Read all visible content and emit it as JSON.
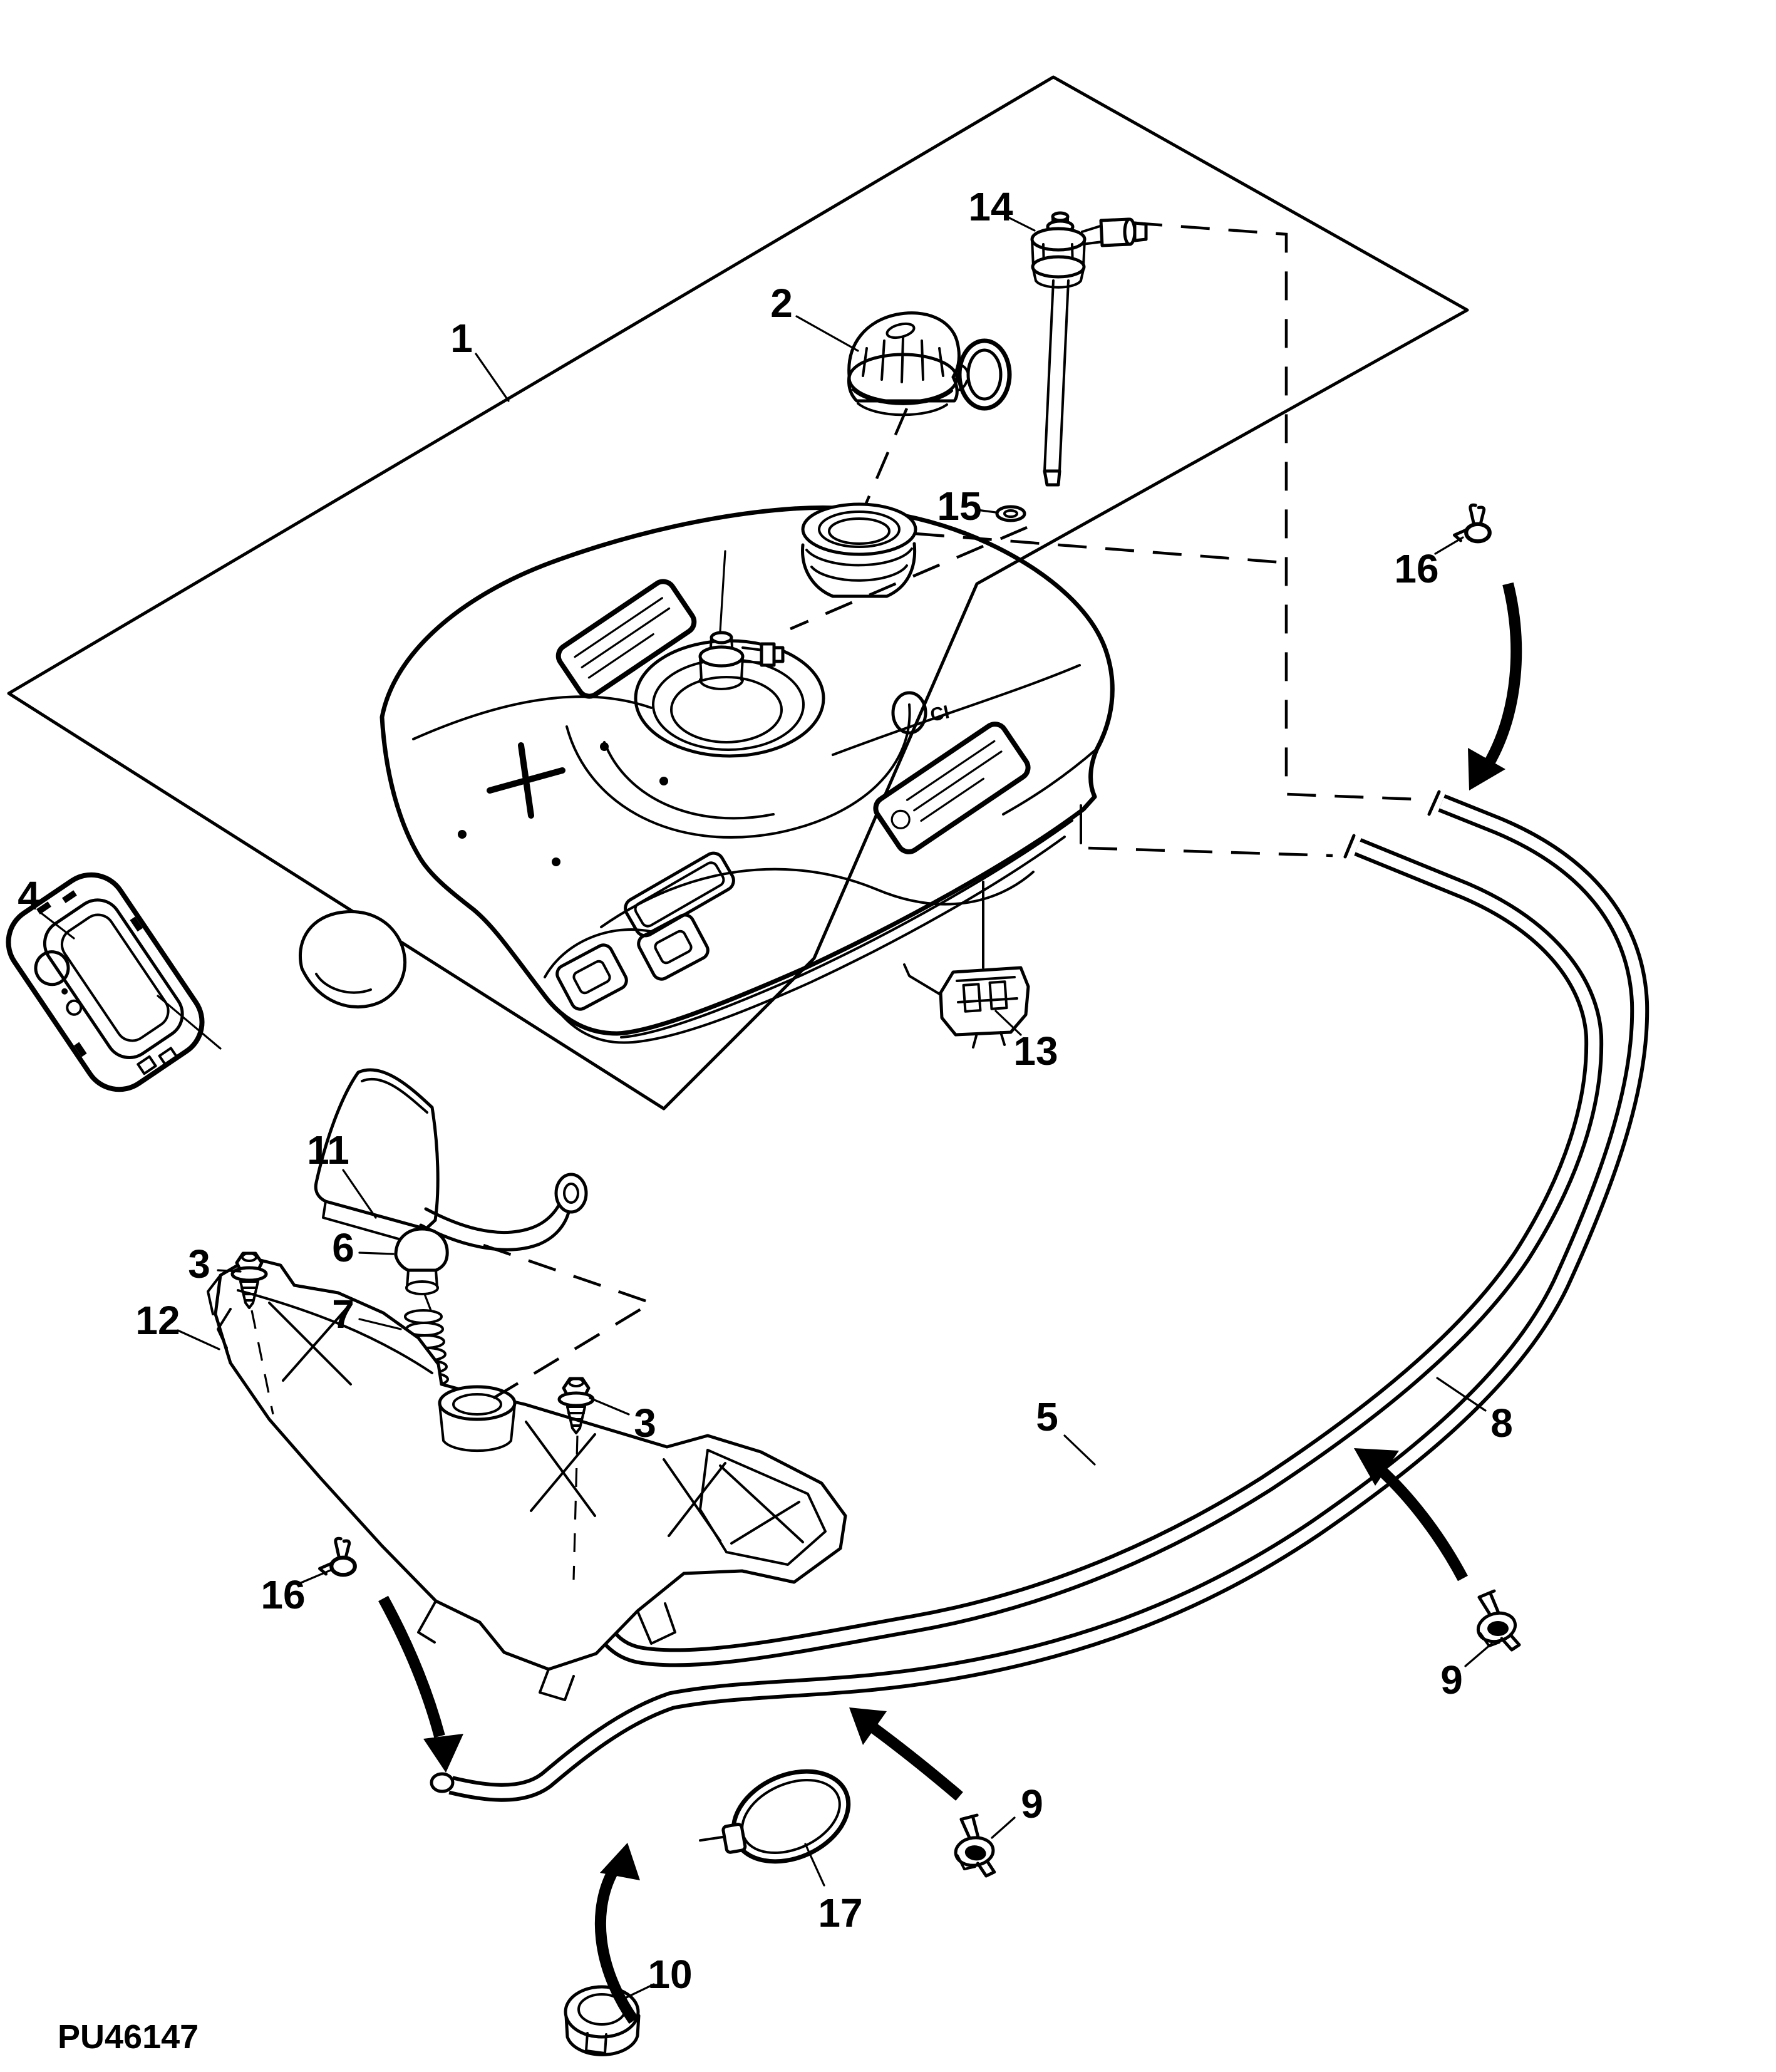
{
  "figure": {
    "code": "PU46147",
    "ink_color": "#000000",
    "paper_color": "#ffffff",
    "tank_emblem": "CI"
  },
  "callouts": [
    {
      "id": "1",
      "label": "1"
    },
    {
      "id": "2",
      "label": "2"
    },
    {
      "id": "3a",
      "label": "3"
    },
    {
      "id": "3b",
      "label": "3"
    },
    {
      "id": "4",
      "label": "4"
    },
    {
      "id": "5",
      "label": "5"
    },
    {
      "id": "6",
      "label": "6"
    },
    {
      "id": "7",
      "label": "7"
    },
    {
      "id": "8",
      "label": "8"
    },
    {
      "id": "9a",
      "label": "9"
    },
    {
      "id": "9b",
      "label": "9"
    },
    {
      "id": "10",
      "label": "10"
    },
    {
      "id": "11",
      "label": "11"
    },
    {
      "id": "12",
      "label": "12"
    },
    {
      "id": "13",
      "label": "13"
    },
    {
      "id": "14",
      "label": "14"
    },
    {
      "id": "15",
      "label": "15"
    },
    {
      "id": "16a",
      "label": "16"
    },
    {
      "id": "16b",
      "label": "16"
    },
    {
      "id": "17",
      "label": "17"
    }
  ]
}
